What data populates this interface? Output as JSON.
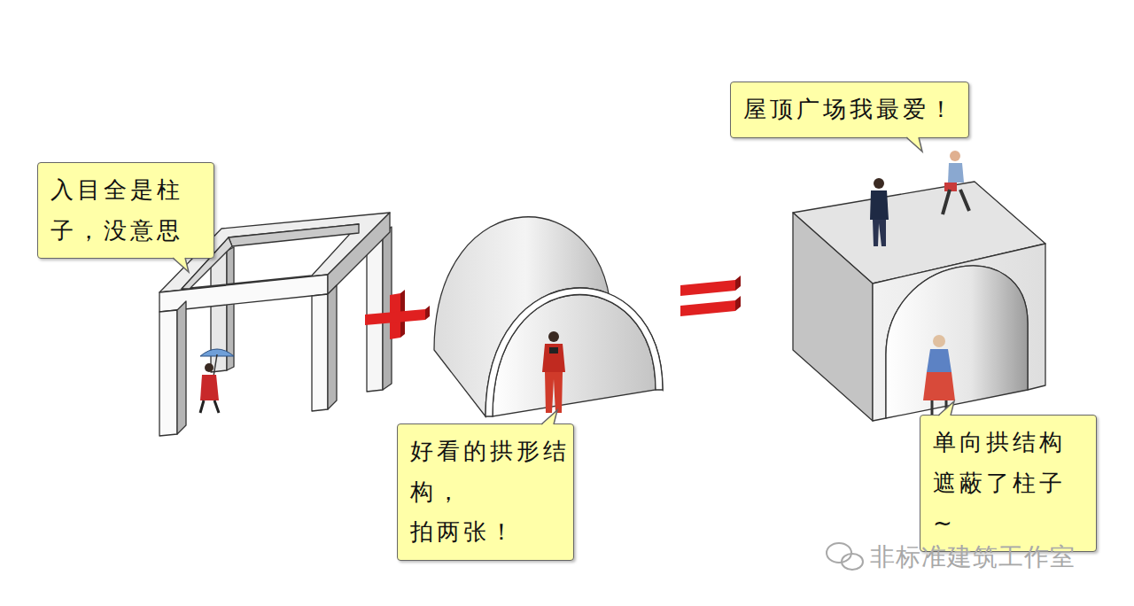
{
  "diagram": {
    "nodes": [
      {
        "text": [
          "入目全是柱 子，没意思"
        ]
      },
      {
        "text": [
          "好看的拱形结 构，拍两张！"
        ]
      },
      {
        "text": [
          "屋顶广场我最爱！"
        ]
      },
      {
        "text": [
          "单向拱结构 遮蔽了柱子~"
        ]
      }
    ],
    "labels": [
      "非标准建筑工作室"
    ]
  }
}
